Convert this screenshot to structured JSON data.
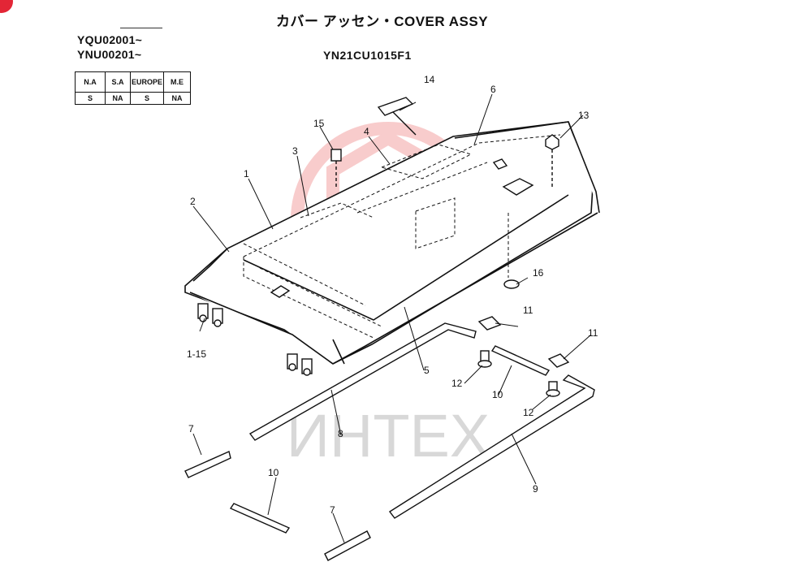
{
  "header": {
    "title": "カバー アッセン・COVER ASSY",
    "model_code": "YN21CU1015F1"
  },
  "serials": [
    "YQU02001~",
    "YNU00201~"
  ],
  "market_table": {
    "headers": [
      "N.A",
      "S.A",
      "EUROPE",
      "M.E"
    ],
    "values": [
      "S",
      "NA",
      "S",
      "NA"
    ]
  },
  "watermark": {
    "text": "ИНТЕХ",
    "color": "#e84a4a"
  },
  "callouts": {
    "c1": "1",
    "c2": "2",
    "c3": "3",
    "c4": "4",
    "c5": "5",
    "c6": "6",
    "c7a": "7",
    "c7b": "7",
    "c8": "8",
    "c9": "9",
    "c10a": "10",
    "c10b": "10",
    "c11a": "11",
    "c11b": "11",
    "c12a": "12",
    "c12b": "12",
    "c13": "13",
    "c14": "14",
    "c15": "15",
    "c16": "16",
    "c1_15": "1-15"
  }
}
